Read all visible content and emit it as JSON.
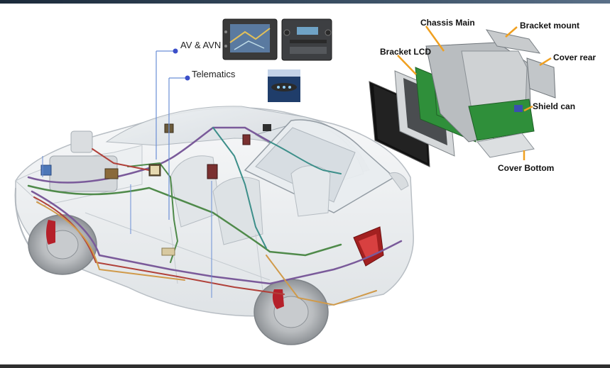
{
  "callouts": {
    "av_avn": "AV & AVN",
    "telematics": "Telematics"
  },
  "parts": {
    "chassis_main": "Chassis Main",
    "bracket_mount": "Bracket mount",
    "bracket_lcd": "Bracket LCD",
    "cover_rear": "Cover  rear",
    "shield_can": "Shield can",
    "cover_bottom": "Cover Bottom"
  },
  "colors": {
    "wire_purple": "#7a5a9a",
    "wire_green": "#4f8a4a",
    "wire_red": "#b0413a",
    "wire_orange": "#d09a4a",
    "wire_teal": "#3d8f8a",
    "pcb_green": "#2f8f3a",
    "arrow_orange": "#f0a020",
    "callout_dot": "#3b4fc9",
    "callout_line": "#6b8fd6"
  }
}
